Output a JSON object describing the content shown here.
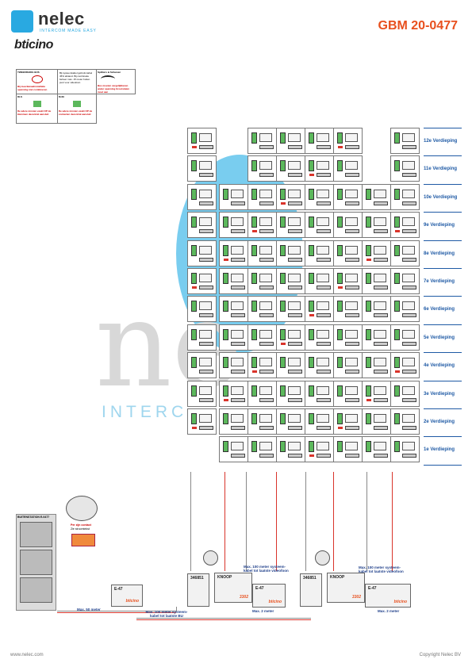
{
  "header": {
    "brand": "nelec",
    "brand_tagline": "INTERCOM MADE EASY",
    "partner": "bticino",
    "doc_id": "GBM 20-0477"
  },
  "legend": {
    "cells": [
      {
        "title": "TWEEDRADIG BUS",
        "text": "Bij meerkanaalinstallatie spanning niet combineren",
        "emphasis": "combineren"
      },
      {
        "title": "",
        "text": "Bij systeemkabel gebruik kabel 45% afstand. Bij combinatie beheer max. 15 meter buiten punt voor videofoon",
        "emphasis": "max. 15 meter"
      },
      {
        "title": "Splitters & Schuiven",
        "text": "Bus moeten vergelijkbaren ander spanning Grootstalen moet aan",
        "emphasis": ""
      },
      {
        "title": "DLS",
        "text": "De adere mnsten exakt OP de klemmen decentral aansluit",
        "emphasis": ""
      },
      {
        "title": "M-69",
        "text": "De adere mnsten exakt OP de contacten decentral aansluit",
        "emphasis": ""
      }
    ]
  },
  "floors": [
    "12e Verdieping",
    "11e Verdieping",
    "10e Verdieping",
    "9e Verdieping",
    "8e Verdieping",
    "7e Verdieping",
    "6e Verdieping",
    "5e Verdieping",
    "4e Verdieping",
    "3e Verdieping",
    "2e Verdieping",
    "1e Verdieping"
  ],
  "entrance": {
    "title": "BUITENSTATION E-0477",
    "contact_note": "Per zijn contact",
    "plate_note": "Zie stroomtekst"
  },
  "modules": {
    "psu_left": "E-47",
    "dist_left": "346851",
    "knoop_left": "KNOOP",
    "knoop_left_tag": "3302",
    "psu_mid": "E-47",
    "dist_right": "346851",
    "knoop_right": "KNOOP",
    "knoop_right_tag": "3302",
    "psu_right": "E-47",
    "brand_tag": "bticino"
  },
  "notes": {
    "max50": "Max. 50 meter",
    "max100_left": "Max. 100 meter systeem-\nkabel tot laatste BU",
    "max100_mid": "Max. 100 meter systeem-\nkabel tot laatste videofoon",
    "max2_left": "Max. 2 meter",
    "max100_right": "Max. 100 meter systeem-\nkabel tot laatste videofoon",
    "max2_right": "Max. 2 meter"
  },
  "footer": {
    "website": "www.nelec.com",
    "copyright": "Copyright Nelec BV"
  },
  "colors": {
    "brand_orange": "#e8501e",
    "brand_blue": "#29a9e1",
    "floor_blue": "#1f5aa5"
  }
}
